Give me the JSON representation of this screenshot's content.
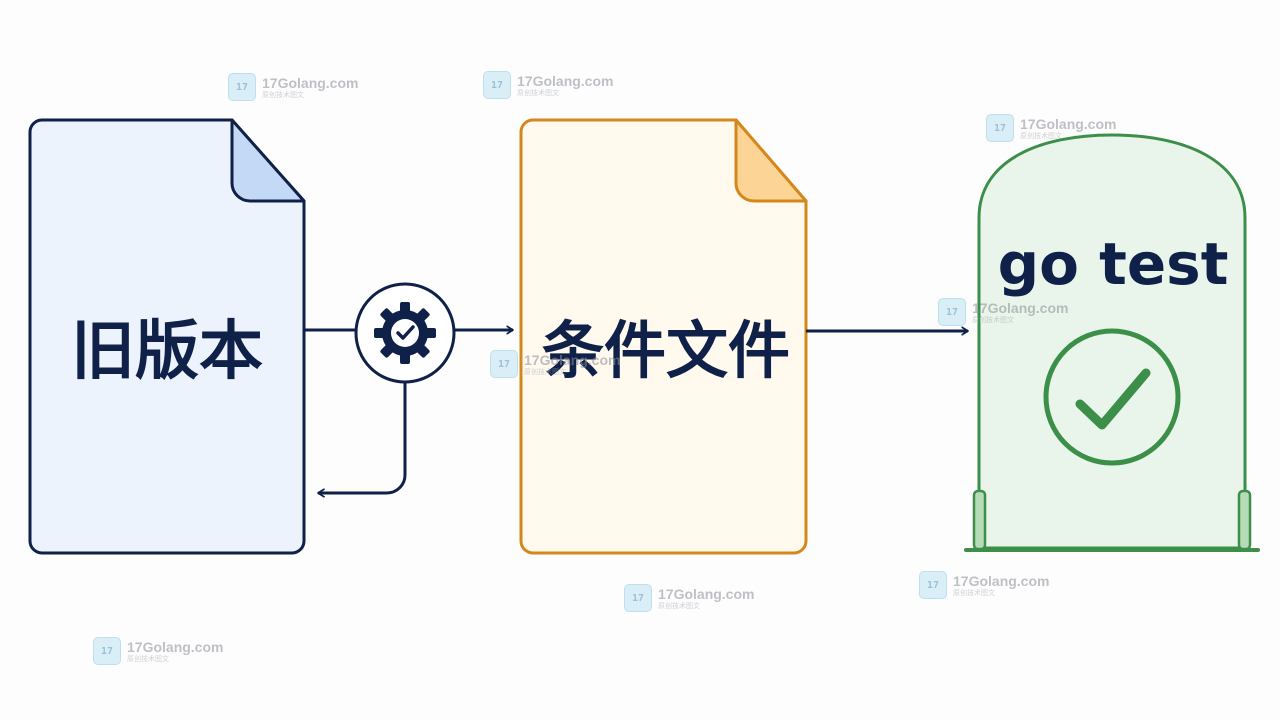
{
  "diagram": {
    "old_version_label": "旧版本",
    "condition_file_label": "条件文件",
    "go_test_label": "go test"
  },
  "colors": {
    "navy": "#0f2148",
    "old_fill": "#edf3fc",
    "old_fold": "#c4d9f5",
    "cond_fill": "#fff9ee",
    "cond_stroke": "#d4881c",
    "cond_fold": "#fcd495",
    "test_fill": "#e9f4ea",
    "test_stroke": "#3c8f49"
  },
  "watermark": {
    "logo_text": "17",
    "site": "17Golang.com",
    "sub": "原创技术图文"
  }
}
